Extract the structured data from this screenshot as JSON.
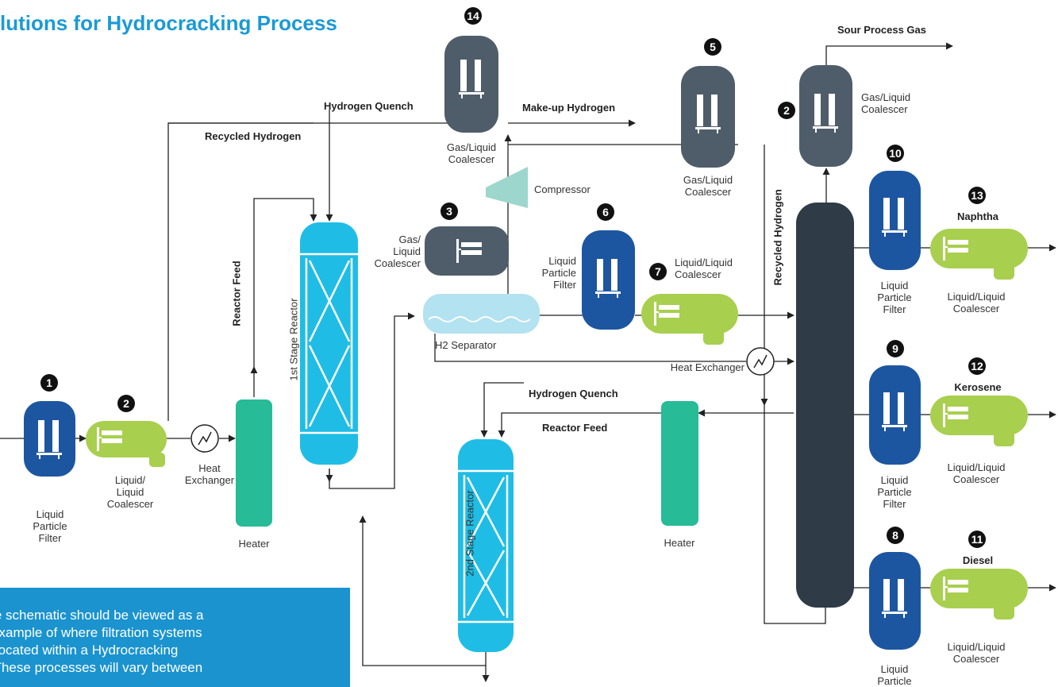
{
  "title": "lutions for Hydrocracking Process",
  "note": "above schematic should be viewed as a\neral example of where filtration systems\nd be located within a Hydrocracking\ness. These processes will vary between",
  "colors": {
    "filter_blue": "#1d56a0",
    "coalescer_green": "#a8cf4e",
    "reactor_cyan": "#1fbde6",
    "heater_teal": "#27bb98",
    "vessel_slate": "#4f5d6a",
    "column_dark": "#2f3b47",
    "compressor": "#9dd6cc",
    "separator": "#b3e2f1",
    "title_blue": "#1a9ad6",
    "note_bg": "#1a93cf"
  },
  "flow_labels": {
    "hydrogen_quench_top": "Hydrogen Quench",
    "make_up_hydrogen": "Make-up Hydrogen",
    "recycled_hydrogen_left": "Recycled Hydrogen",
    "sour_process_gas": "Sour Process Gas",
    "reactor_feed_vertical": "Reactor Feed",
    "recycled_hydrogen_vertical": "Recycled Hydrogen",
    "hydrogen_quench_mid": "Hydrogen Quench",
    "reactor_feed_mid": "Reactor Feed",
    "naphtha": "Naphtha",
    "kerosene": "Kerosene",
    "diesel": "Diesel"
  },
  "equipment_labels": {
    "liquid_particle_filter_1": "Liquid\nParticle\nFilter",
    "liquid_liquid_coalescer_2": "Liquid/\nLiquid\nCoalescer",
    "heat_exchanger_left": "Heat\nExchanger",
    "heater_left": "Heater",
    "first_stage_reactor": "1st Stage Reactor",
    "gas_liquid_coalescer_3": "Gas/\nLiquid\nCoalescer",
    "compressor": "Compressor",
    "gas_liquid_coalescer_14": "Gas/Liquid\nCoalescer",
    "gas_liquid_coalescer_5": "Gas/Liquid\nCoalescer",
    "h2_separator": "H2 Separator",
    "liquid_particle_filter_6": "Liquid\nParticle\nFilter",
    "liquid_liquid_coalescer_7": "Liquid/Liquid\nCoalescer",
    "heat_exchanger_right": "Heat Exchanger",
    "gas_liquid_coalescer_2_top": "Gas/Liquid\nCoalescer",
    "second_stage_reactor": "2nd Stage Reactor",
    "heater_mid": "Heater",
    "liquid_particle_filter_10": "Liquid\nParticle\nFilter",
    "liquid_particle_filter_9": "Liquid\nParticle\nFilter",
    "liquid_particle_filter_8": "Liquid\nParticle",
    "liquid_liquid_coalescer_13": "Liquid/Liquid\nCoalescer",
    "liquid_liquid_coalescer_12": "Liquid/Liquid\nCoalescer",
    "liquid_liquid_coalescer_11": "Liquid/Liquid\nCoalescer"
  },
  "badges": {
    "b1": "1",
    "b2a": "2",
    "b2b": "2",
    "b3": "3",
    "b5": "5",
    "b6": "6",
    "b7": "7",
    "b8": "8",
    "b9": "9",
    "b10": "10",
    "b11": "11",
    "b12": "12",
    "b13": "13",
    "b14": "14"
  }
}
